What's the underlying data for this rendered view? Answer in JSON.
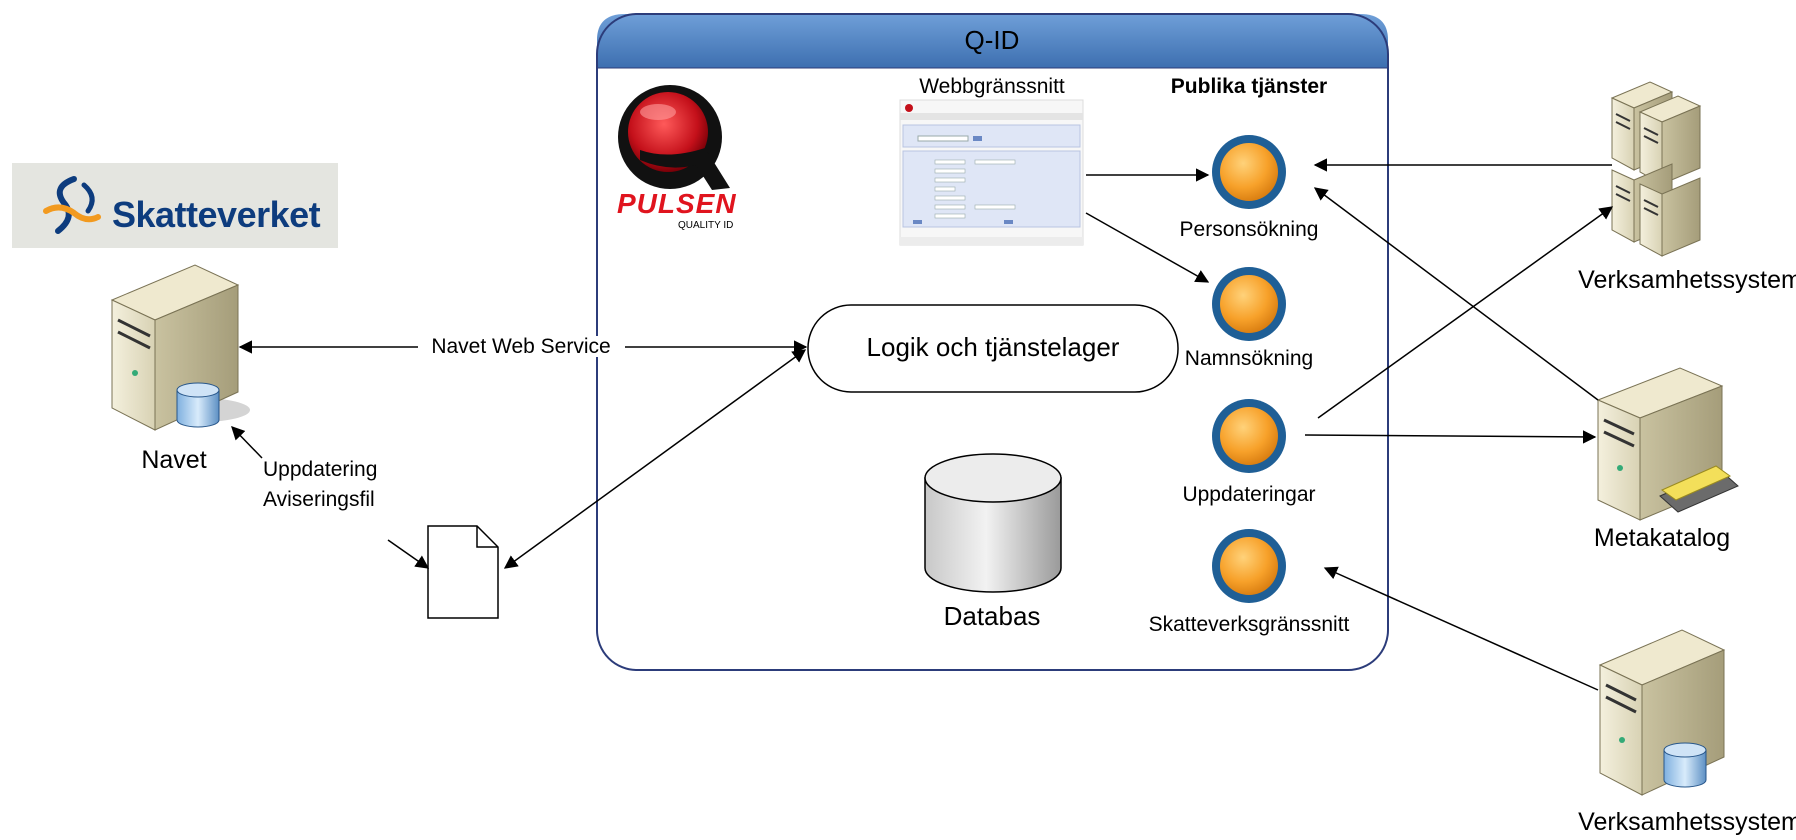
{
  "frame": {
    "title": "Q-ID"
  },
  "left": {
    "brand": "Skatteverket",
    "server_label": "Navet",
    "update_label_1": "Uppdatering",
    "update_label_2": "Aviseringsfil",
    "web_service_label": "Navet Web Service"
  },
  "center": {
    "pulsen_name": "PULSEN",
    "pulsen_sub": "QUALITY ID",
    "web_ui_label": "Webbgränssnitt",
    "public_services_label": "Publika tjänster",
    "logic_label": "Logik och tjänstelager",
    "database_label": "Databas"
  },
  "services": [
    {
      "label": "Personsökning"
    },
    {
      "label": "Namnsökning"
    },
    {
      "label": "Uppdateringar"
    },
    {
      "label": "Skatteverksgränssnitt"
    }
  ],
  "right": {
    "system_top_label": "Verksamhetssystem",
    "metakatalog_label": "Metakatalog",
    "system_bottom_label": "Verksamhetssystem"
  },
  "colors": {
    "frame_header": "#4a7fc1",
    "frame_border": "#2c3c7a",
    "service_orb": "#f7a12a",
    "service_ring": "#1f5f96",
    "pulsen_red": "#e0141e",
    "skatteverket_blue": "#0d3c7e"
  }
}
